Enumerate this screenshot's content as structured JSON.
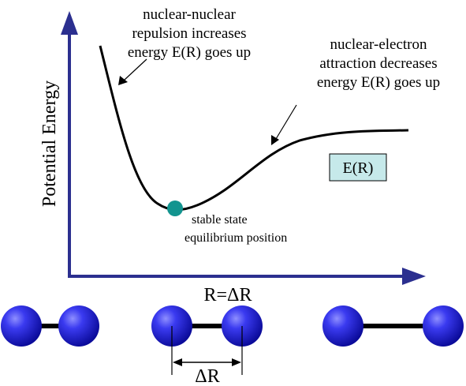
{
  "annotations": {
    "repulsion": [
      "nuclear-nuclear",
      "repulsion increases",
      "energy E(R) goes up"
    ],
    "attraction": [
      "nuclear-electron",
      "attraction decreases",
      "energy E(R) goes up"
    ],
    "stable": [
      "stable state",
      "equilibrium position"
    ]
  },
  "axes": {
    "ylabel": "Potential Energy",
    "xlabel": "R=ΔR"
  },
  "legend": {
    "curve_label": "E(R)"
  },
  "molecules": {
    "separation_label": "ΔR"
  },
  "colors": {
    "axis": "#2b2f8f",
    "atom": "#1c1ccc",
    "equilibrium_dot": "#12948f",
    "legend_box": "#c6e9ea"
  }
}
